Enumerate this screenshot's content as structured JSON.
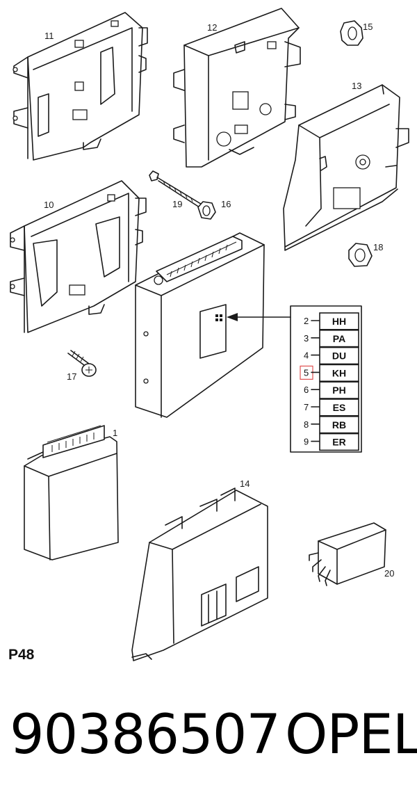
{
  "diagram": {
    "code": "P48",
    "callouts": [
      "11",
      "12",
      "15",
      "13",
      "10",
      "19",
      "16",
      "18",
      "17",
      "1",
      "14",
      "20"
    ],
    "variant_codes": [
      {
        "pin": "2",
        "code": "HH"
      },
      {
        "pin": "3",
        "code": "PA"
      },
      {
        "pin": "4",
        "code": "DU"
      },
      {
        "pin": "5",
        "code": "KH",
        "highlighted": true
      },
      {
        "pin": "6",
        "code": "PH"
      },
      {
        "pin": "7",
        "code": "ES"
      },
      {
        "pin": "8",
        "code": "RB"
      },
      {
        "pin": "9",
        "code": "ER"
      }
    ],
    "highlight_color": "#e05050"
  },
  "footer": {
    "part_number": "90386507",
    "brand": "OPEL"
  }
}
